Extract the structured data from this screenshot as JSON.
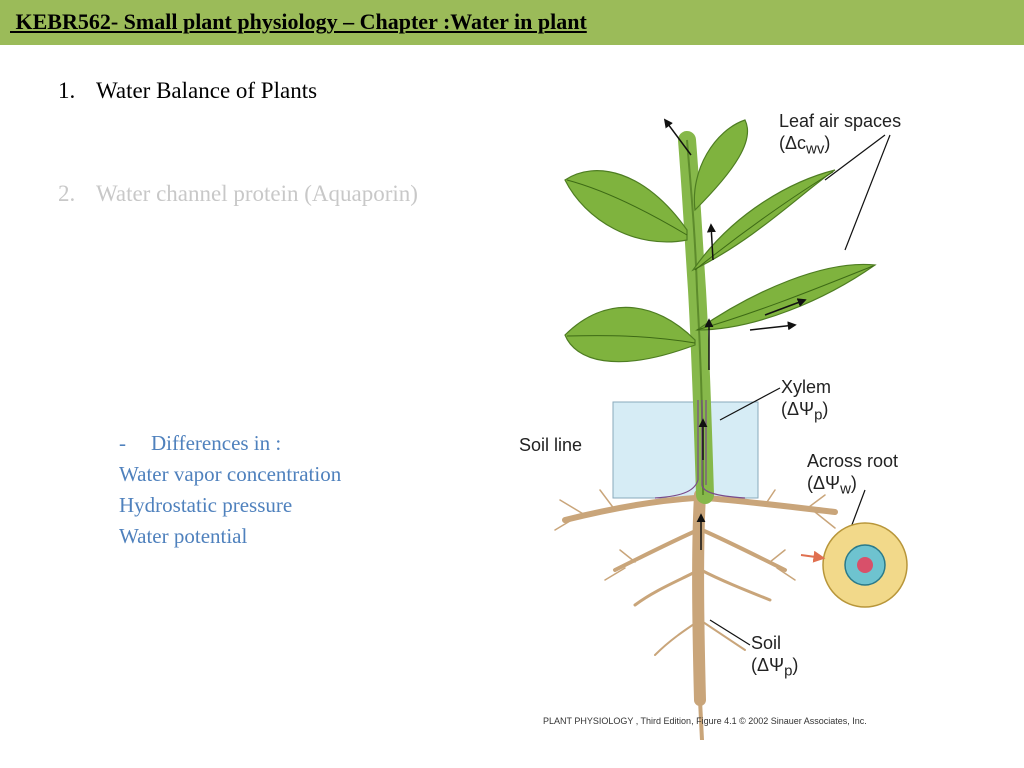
{
  "header": {
    "title": " KEBR562- Small plant physiology – Chapter :Water in plant"
  },
  "outline": {
    "items": [
      {
        "number": "1.",
        "label": "Water Balance of  Plants"
      },
      {
        "number": "2.",
        "label": "Water channel protein (Aquaporin)"
      }
    ]
  },
  "differences": {
    "dash": "-",
    "heading": "Differences in :",
    "items": [
      "Water vapor concentration",
      "Hydrostatic pressure",
      "Water potential"
    ]
  },
  "figure": {
    "leaf_label": "Leaf air spaces",
    "leaf_symbol": "(Δc",
    "leaf_sub": "wv",
    "leaf_close": ")",
    "xylem_label": "Xylem",
    "xylem_symbol": "(ΔΨ",
    "xylem_sub": "p",
    "xylem_close": ")",
    "soil_line_label": "Soil line",
    "root_label": "Across root",
    "root_symbol": "(ΔΨ",
    "root_sub": "w",
    "root_close": ")",
    "soil_label": "Soil",
    "soil_symbol": "(ΔΨ",
    "soil_sub": "p",
    "soil_close": ")",
    "caption": "PLANT PHYSIOLOGY , Third Edition, Figure 4.1  © 2002 Sinauer Associates, Inc.",
    "colors": {
      "leaf": "#7fb33e",
      "stem": "#86b84a",
      "root": "#c9a57a",
      "soil_box": "#d6ecf5",
      "title_bar": "#9bbb59"
    }
  }
}
